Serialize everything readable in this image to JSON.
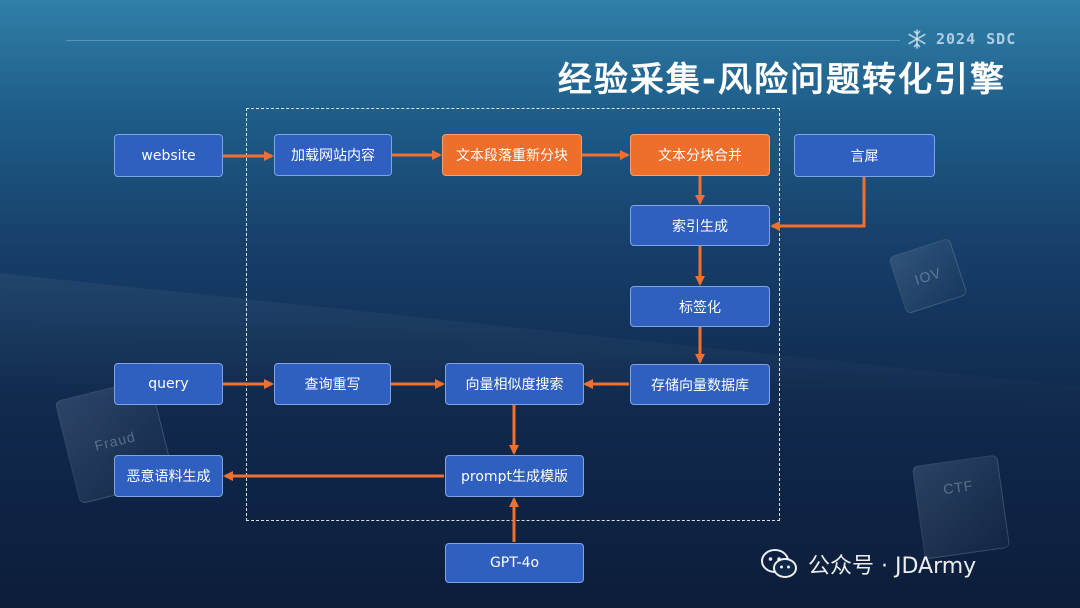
{
  "header": {
    "badge_text": "2024 SDC",
    "badge_icon": "snowflake-icon",
    "title": "经验采集-风险问题转化引擎"
  },
  "background_decor": {
    "cube_labels": [
      "IOV",
      "Fraud",
      "CTF"
    ]
  },
  "flow": {
    "nodes": {
      "website": "website",
      "load_site": "加载网站内容",
      "resegment": "文本段落重新分块",
      "merge_chunks": "文本分块合并",
      "yanxi": "言犀",
      "build_index": "索引生成",
      "tagging": "标签化",
      "store_vectors": "存储向量数据库",
      "query": "query",
      "rewrite": "查询重写",
      "similarity_search": "向量相似度搜索",
      "prompt_template": "prompt生成模版",
      "malicious_corpus": "恶意语料生成",
      "gpt": "GPT-4o"
    },
    "colors": {
      "blue_node": "#2f5fbf",
      "orange_node": "#ee6e2b",
      "arrow": "#ef7030"
    }
  },
  "watermark": {
    "icon": "wechat-icon",
    "text": "公众号 · JDArmy"
  }
}
